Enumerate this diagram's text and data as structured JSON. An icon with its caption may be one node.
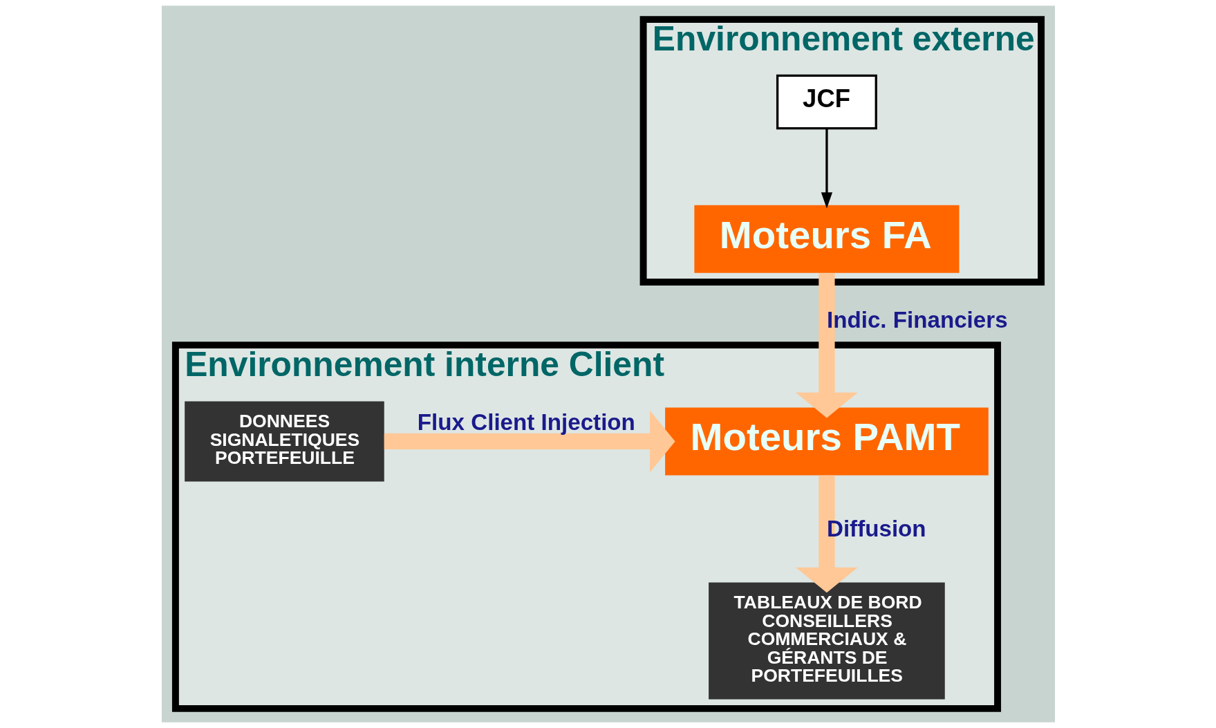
{
  "diagram": {
    "nodes": [
      {
        "text": [
          "Environnement externe"
        ]
      },
      {
        "text": [
          "JCF"
        ],
        "in": 0
      },
      {
        "text": [
          "Moteurs FA"
        ],
        "in": 0
      },
      {
        "text": [
          "Environnement interne Client"
        ]
      },
      {
        "text": [
          "Moteurs PAMT"
        ],
        "in": 3
      },
      {
        "text": [
          "DONNEES SIGNALETIQUES PORTEFEUILLE"
        ],
        "in": 3
      },
      {
        "text": [
          "TABLEAUX DE BORD CONSEILLERS COMMERCIAUX & GÉRANTS DE PORTEFEUILLES"
        ],
        "in": 3
      }
    ],
    "edges": [
      {
        "from": 1,
        "to": 2,
        "arrow": "to",
        "color": "#000000"
      },
      {
        "from": 2,
        "to": 4,
        "arrow": "to",
        "label": "Indic. Financiers"
      },
      {
        "from": 5,
        "to": 4,
        "arrow": "to",
        "label": "Flux Client Injection"
      },
      {
        "from": 4,
        "to": 6,
        "arrow": "to",
        "label": "Diffusion"
      }
    ]
  }
}
